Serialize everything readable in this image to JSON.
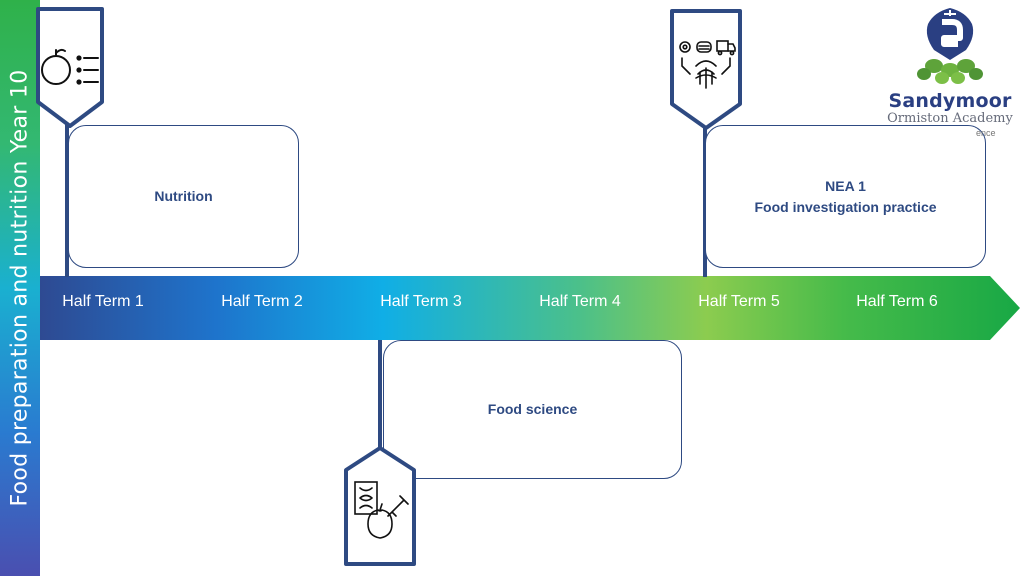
{
  "sidebar": {
    "title": "Food preparation and nutrition Year 10"
  },
  "timeline": {
    "terms": [
      "Half Term 1",
      "Half Term 2",
      "Half Term 3",
      "Half Term 4",
      "Half Term 5",
      "Half Term 6"
    ]
  },
  "cards": {
    "nutrition": {
      "label": "Nutrition",
      "icon": "nutrition-list-icon"
    },
    "nea": {
      "line1": "NEA 1",
      "line2": "Food investigation practice",
      "icon": "food-processing-icon"
    },
    "science": {
      "label": "Food science",
      "icon": "food-science-icon"
    }
  },
  "logo": {
    "name": "Sandymoor",
    "sub": "Ormiston Academy",
    "tagline_fragment": "ence"
  },
  "colors": {
    "navy": "#2e4a82",
    "blue": "#1e74cc",
    "cyan": "#10aee6",
    "green": "#46bb4a"
  }
}
